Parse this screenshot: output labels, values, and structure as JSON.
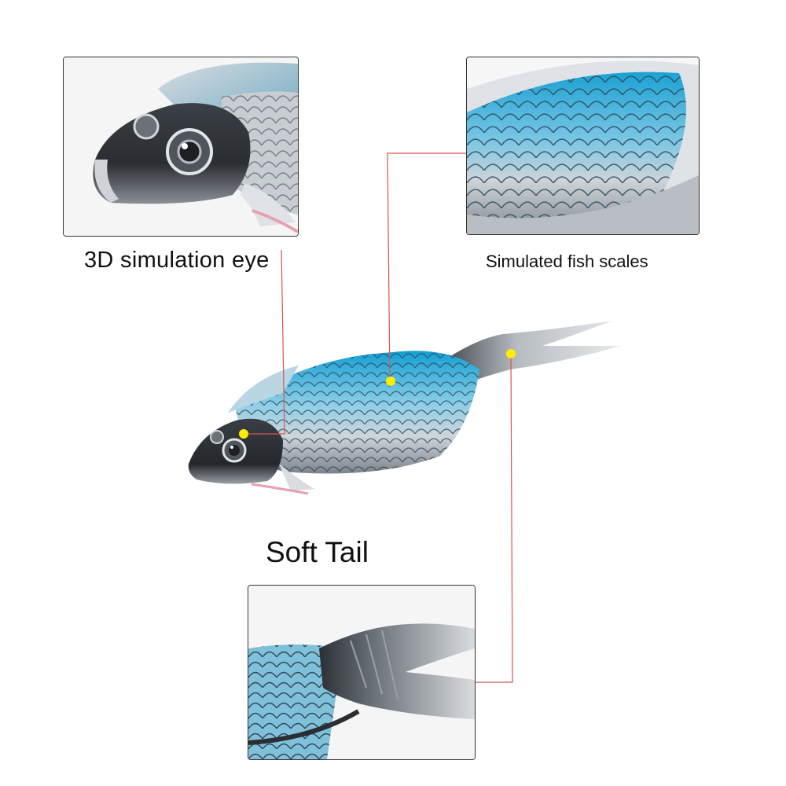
{
  "labels": {
    "eye": "3D simulation eye",
    "scales": "Simulated fish scales",
    "tail": "Soft Tail"
  },
  "colors": {
    "callout_line": "#d9534f",
    "marker_dot": "#ffee00",
    "body_blue": "#22a9d6",
    "body_silver": "#c9ccd0",
    "head_dark": "#2a2d31"
  },
  "icons": {
    "eye_panel": "fish-head-closeup-image",
    "scales_panel": "fish-scales-closeup-image",
    "tail_panel": "fish-tail-closeup-image",
    "main": "fish-lure-image"
  }
}
